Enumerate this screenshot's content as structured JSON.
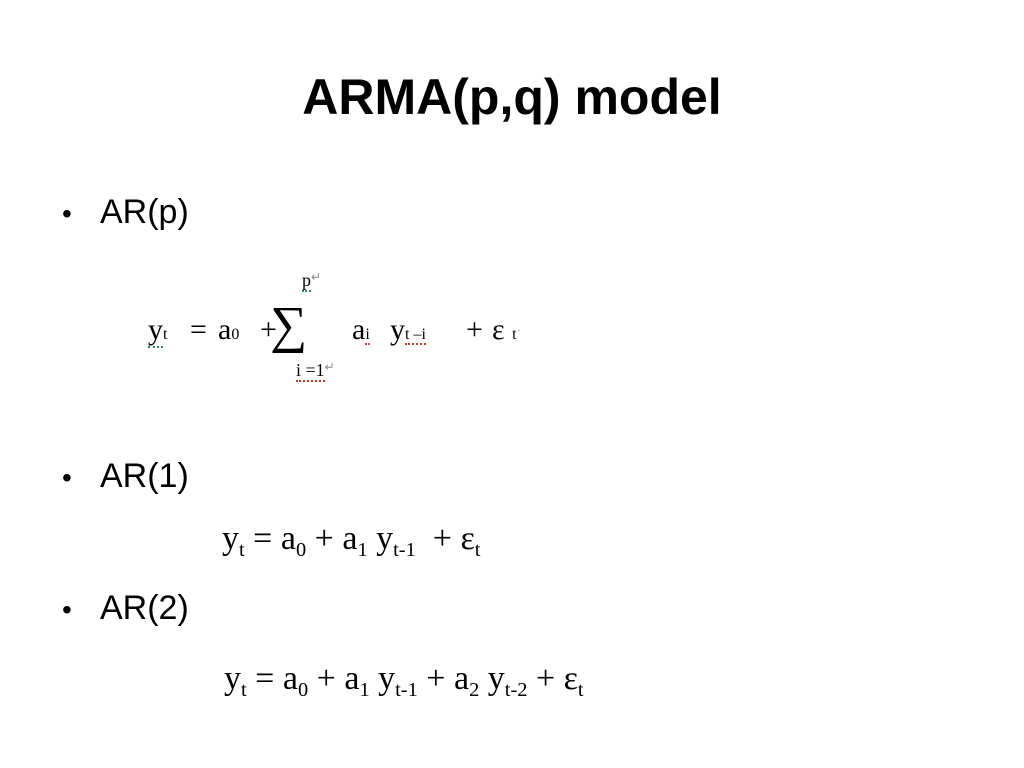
{
  "slide": {
    "title": "ARMA(p,q) model",
    "bullet_char": "•",
    "bullets": [
      {
        "label": "AR(p)"
      },
      {
        "label": "AR(1)"
      },
      {
        "label": "AR(2)"
      }
    ],
    "equations": {
      "arp": {
        "lhs_var": "y",
        "lhs_sub": "t",
        "eq": "=",
        "a0": "a",
        "a0_sub": "0",
        "plus1": "+",
        "sigma": "∑",
        "upper": "p",
        "lower": "i =1",
        "ai": "a",
        "ai_sub": "i",
        "y": "y",
        "y_sub": "t –i",
        "plus2": "+",
        "eps": "ε",
        "eps_sub": "t"
      },
      "ar1": {
        "y": "y",
        "y_sub": "t",
        "eq": "=",
        "a0": "a",
        "a0_sub": "0",
        "plus1": "+",
        "a1": "a",
        "a1_sub": "1",
        "y1": "y",
        "y1_sub": "t-1",
        "plus2": "+",
        "eps": "ε",
        "eps_sub": "t"
      },
      "ar2": {
        "y": "y",
        "y_sub": "t",
        "eq": "=",
        "a0": "a",
        "a0_sub": "0",
        "plus1": "+",
        "a1": "a",
        "a1_sub": "1",
        "y1": "y",
        "y1_sub": "t-1",
        "plus2": "+",
        "a2": "a",
        "a2_sub": "2",
        "y2": "y",
        "y2_sub": "t-2",
        "plus3": "+",
        "eps": "ε",
        "eps_sub": "t"
      }
    }
  }
}
